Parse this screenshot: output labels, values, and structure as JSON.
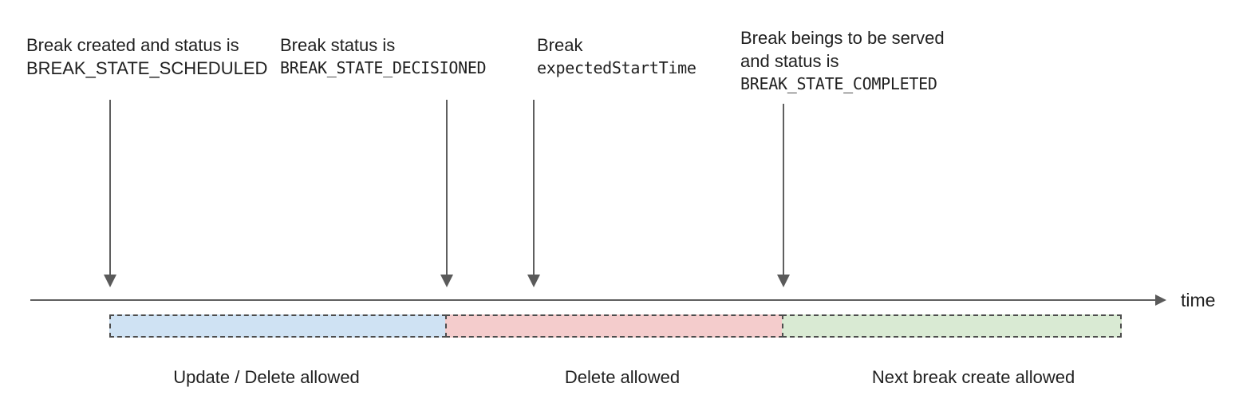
{
  "annotations": [
    {
      "name": "break-scheduled",
      "lines": [
        "Break created and status is",
        "BREAK_STATE_SCHEDULED"
      ]
    },
    {
      "name": "break-decisioned",
      "lines": [
        "Break status is",
        "BREAK_STATE_DECISIONED"
      ]
    },
    {
      "name": "break-expected-start-time",
      "lines": [
        "Break",
        "expectedStartTime"
      ]
    },
    {
      "name": "break-completed",
      "lines": [
        "Break beings to be served",
        "and status is",
        "BREAK_STATE_COMPLETED"
      ]
    }
  ],
  "timeline": {
    "axis_label": "time"
  },
  "segments": [
    {
      "label": "Update / Delete allowed",
      "color": "#cfe2f3"
    },
    {
      "label": "Delete allowed",
      "color": "#f4cccc"
    },
    {
      "label": "Next break create allowed",
      "color": "#d9ead3"
    }
  ],
  "colors": {
    "arrow": "#5f5f5f",
    "axis": "#5f5f5f",
    "segment_border": "#4d4d4d",
    "text": "#212121"
  }
}
